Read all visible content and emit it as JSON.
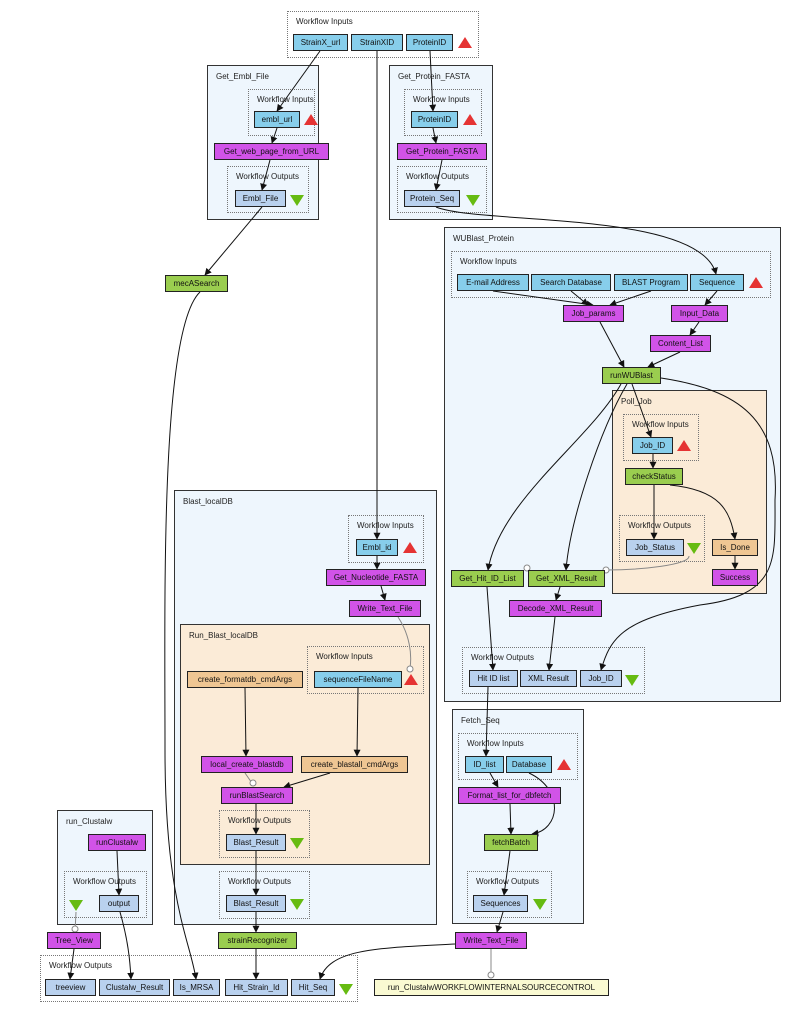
{
  "labels": {
    "workflow_inputs": "Workflow Inputs",
    "workflow_outputs": "Workflow Outputs"
  },
  "top_inputs": [
    "StrainX_url",
    "StrainXID",
    "ProteinID"
  ],
  "clusters": {
    "get_embl_file": {
      "title": "Get_Embl_File",
      "input": "embl_url",
      "process": "Get_web_page_from_URL",
      "output": "Embl_File"
    },
    "get_protein_fasta": {
      "title": "Get_Protein_FASTA",
      "input": "ProteinID",
      "process": "Get_Protein_FASTA",
      "output": "Protein_Seq"
    },
    "wublast_protein": {
      "title": "WUBlast_Protein",
      "inputs": [
        "E-mail Address",
        "Search Database",
        "BLAST Program",
        "Sequence"
      ],
      "job_params": "Job_params",
      "input_data": "Input_Data",
      "content_list": "Content_List",
      "run": "runWUBlast",
      "get_hit_id_list": "Get_Hit_ID_List",
      "get_xml_result": "Get_XML_Result",
      "decode_xml_result": "Decode_XML_Result",
      "outputs": [
        "Hit ID list",
        "XML Result",
        "Job_ID"
      ],
      "poll_job": {
        "title": "Poll_Job",
        "input": "Job_ID",
        "check": "checkStatus",
        "output": "Job_Status",
        "is_done": "Is_Done",
        "success": "Success"
      }
    },
    "blast_localdb": {
      "title": "Blast_localDB",
      "input": "Embl_id",
      "get_nucleotide": "Get_Nucleotide_FASTA",
      "write_text_file": "Write_Text_File",
      "output": "Blast_Result",
      "run_blast_localdb": {
        "title": "Run_Blast_localDB",
        "input": "sequenceFileName",
        "create_formatdb": "create_formatdb_cmdArgs",
        "local_create_blastdb": "local_create_blastdb",
        "create_blastall": "create_blastall_cmdArgs",
        "run_blast_search": "runBlastSearch",
        "output": "Blast_Result"
      }
    },
    "fetch_seq": {
      "title": "Fetch_Seq",
      "inputs": [
        "ID_list",
        "Database"
      ],
      "format": "Format_list_for_dbfetch",
      "fetch": "fetchBatch",
      "output": "Sequences"
    },
    "run_clustalw": {
      "title": "run_Clustalw",
      "process": "runClustalw",
      "output": "output"
    }
  },
  "standalone": {
    "mecasearch": "mecASearch",
    "strain_recognizer": "strainRecognizer",
    "tree_view": "Tree_View",
    "write_text_file": "Write_Text_File",
    "control": "run_ClustalwWORKFLOWINTERNALSOURCECONTROL"
  },
  "bottom_outputs": [
    "treeview",
    "Clustalw_Result",
    "Is_MRSA",
    "Hit_Strain_Id",
    "Hit_Seq"
  ],
  "colors": {
    "input": "#87ceeb",
    "process": "#d153e8",
    "beanshell": "#9acd4f",
    "output": "#b9d1ee",
    "local": "#efc693",
    "cluster_blue": "#eef6fd",
    "cluster_tan": "#fbebd7",
    "input_marker": "#e53333",
    "output_marker": "#66bb11"
  }
}
